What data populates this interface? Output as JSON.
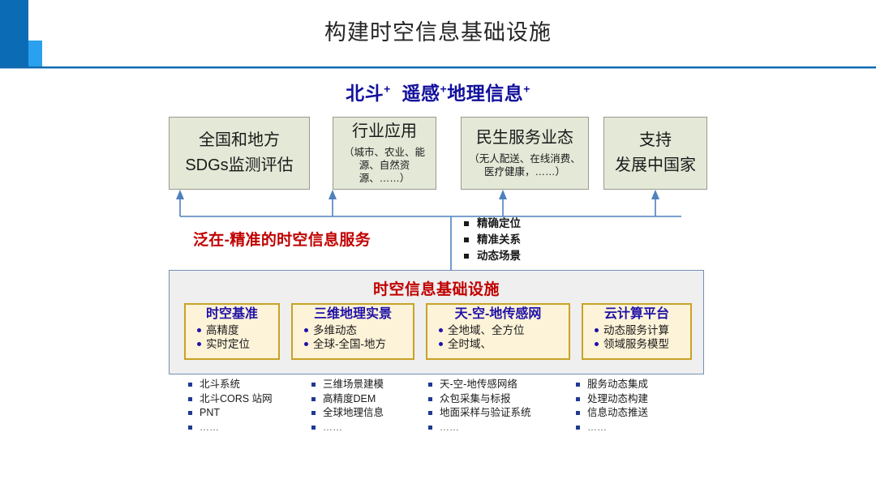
{
  "header": {
    "title": "构建时空信息基础设施",
    "accent_dark": "#0b6cb5",
    "accent_light": "#2aa0ef"
  },
  "subtitle": {
    "part1": "北斗",
    "sup1": "+",
    "part2": "遥感",
    "sup2": "+",
    "part3": "地理信息",
    "sup3": "+",
    "color": "#12109c"
  },
  "top_boxes": [
    {
      "title": "全国和地方",
      "title2": "SDGs监测评估",
      "sub": ""
    },
    {
      "title": "行业应用",
      "title2": "",
      "sub": "（城市、农业、能源、自然资源、……）"
    },
    {
      "title": "民生服务业态",
      "title2": "",
      "sub": "（无人配送、在线消费、医疗健康，……）"
    },
    {
      "title": "支持",
      "title2": "发展中国家",
      "sub": ""
    }
  ],
  "service_label": {
    "text": "泛在-精准的时空信息服务",
    "color": "#c00000"
  },
  "mid_bullets": [
    "精确定位",
    "精准关系",
    "动态场景"
  ],
  "panel": {
    "title": "时空信息基础设施",
    "title_color": "#c00000",
    "background": "#efefef",
    "border": "#7390b5",
    "boxes": [
      {
        "title": "时空基准",
        "items": [
          "高精度",
          "实时定位"
        ]
      },
      {
        "title": "三维地理实景",
        "items": [
          "多维动态",
          "全球-全国-地方"
        ]
      },
      {
        "title": "天-空-地传感网",
        "items": [
          "全地域、全方位",
          "全时域、"
        ]
      },
      {
        "title": "云计算平台",
        "items": [
          "动态服务计算",
          "领域服务模型"
        ]
      }
    ],
    "box_fill": "#fdf3d8",
    "box_border": "#c9a227",
    "box_title_color": "#1f11a8"
  },
  "bottom_columns": [
    {
      "items": [
        "北斗系统",
        "北斗CORS 站网",
        "PNT",
        "……"
      ]
    },
    {
      "items": [
        "三维场景建模",
        "高精度DEM",
        "全球地理信息",
        "……"
      ]
    },
    {
      "items": [
        "天-空-地传感网络",
        "众包采集与标报",
        "地面采样与验证系统",
        "……"
      ]
    },
    {
      "items": [
        "服务动态集成",
        "处理动态构建",
        "信息动态推送",
        "……"
      ]
    }
  ],
  "connector_color": "#4f81bd"
}
